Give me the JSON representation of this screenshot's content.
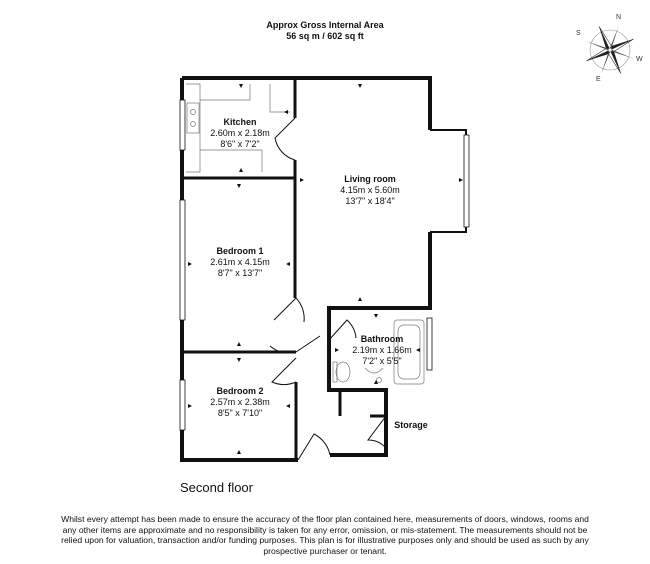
{
  "header": {
    "title": "Approx Gross Internal Area",
    "area": "56 sq m / 602 sq ft"
  },
  "compass": {
    "directions": [
      "N",
      "E",
      "S",
      "W"
    ],
    "icon": "compass-rose-icon"
  },
  "rooms": [
    {
      "name": "Kitchen",
      "metric": "2.60m x 2.18m",
      "imperial": "8'6\" x 7'2\""
    },
    {
      "name": "Living room",
      "metric": "4.15m x 5.60m",
      "imperial": "13'7\" x 18'4\""
    },
    {
      "name": "Bedroom 1",
      "metric": "2.61m x 4.15m",
      "imperial": "8'7\" x 13'7\""
    },
    {
      "name": "Bathroom",
      "metric": "2.19m x 1.66m",
      "imperial": "7'2\" x 5'5\""
    },
    {
      "name": "Bedroom 2",
      "metric": "2.57m x 2.38m",
      "imperial": "8'5\" x 7'10\""
    },
    {
      "name": "Storage"
    }
  ],
  "floor": {
    "label": "Second floor"
  },
  "disclaimer": "Whilst every attempt has been made to ensure the accuracy of the floor plan contained here, measurements of doors, windows, rooms and any other items are approximate and no responsibility is taken for any error, omission, or mis-statement. The measurements should not be relied upon for valuation, transaction and/or funding purposes. This plan is for illustrative purposes only and should be used as such by any prospective purchaser or tenant.",
  "colors": {
    "wall": "#111111",
    "window": "#ffffff",
    "fixture": "#666666"
  }
}
